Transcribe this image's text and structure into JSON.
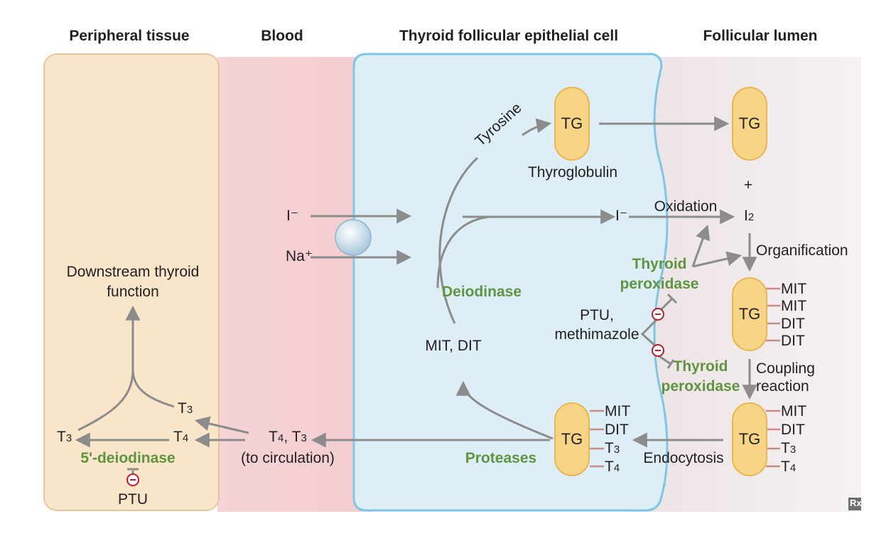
{
  "headers": {
    "peripheral": "Peripheral tissue",
    "blood": "Blood",
    "cell": "Thyroid follicular epithelial cell",
    "lumen": "Follicular lumen"
  },
  "labels": {
    "tyrosine": "Tyrosine",
    "thyroglobulin": "Thyroglobulin",
    "plus": "+",
    "oxidation": "Oxidation",
    "organification": "Organification",
    "deiodinase": "Deiodinase",
    "thyroid_peroxidase_1": "Thyroid peroxidase",
    "thyroid_peroxidase_2": "Thyroid peroxidase",
    "ptu_methimazole": "PTU, methimazole",
    "mit_dit": "MIT, DIT",
    "coupling_reaction": "Coupling reaction",
    "proteases": "Proteases",
    "endocytosis": "Endocytosis",
    "to_circulation": "(to circulation)",
    "downstream": "Downstream thyroid function",
    "five_deiodinase": "5'-deiodinase",
    "ptu": "PTU",
    "logo": "Rx"
  },
  "ions": {
    "iodide_blood": "I⁻",
    "sodium": "Na⁺",
    "iodide_cell": "I⁻",
    "iodine": "I",
    "iodine_sub": "2"
  },
  "hormones": {
    "T": "T",
    "sub3": "3",
    "sub4": "4"
  },
  "tg": {
    "label": "TG",
    "mid_tags": [
      "MIT",
      "MIT",
      "DIT",
      "DIT"
    ],
    "bottom_tags": [
      "MIT",
      "DIT",
      "T3",
      "T4"
    ]
  },
  "colors": {
    "peripheral": "#f9e5c9",
    "blood": "#f5d3d6",
    "cell": "#ddeef6",
    "cell_border": "#7ec6e6",
    "lumen": "#efe6e7",
    "tg_fill": "#f8d586",
    "tg_border": "#e8b552",
    "arrow": "#8c8c8c",
    "enzyme_green": "#5f9441",
    "inhibit_red": "#b5202e"
  }
}
